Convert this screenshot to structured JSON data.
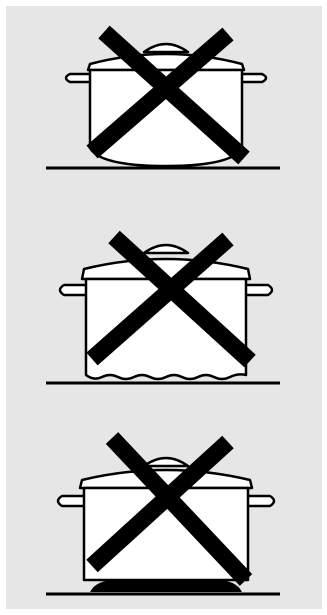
{
  "colors": {
    "background": "#e6e6e6",
    "outline": "#000000",
    "pot_fill": "#ffffff"
  },
  "panels": [
    {
      "id": "convex-base",
      "icon": "pot-with-curved-bottom-crossed-out",
      "marked_incorrect": true
    },
    {
      "id": "uneven-base",
      "icon": "pot-with-wavy-bottom-crossed-out",
      "marked_incorrect": true
    },
    {
      "id": "concave-base",
      "icon": "pot-with-hollow-bottom-crossed-out",
      "marked_incorrect": true
    }
  ]
}
